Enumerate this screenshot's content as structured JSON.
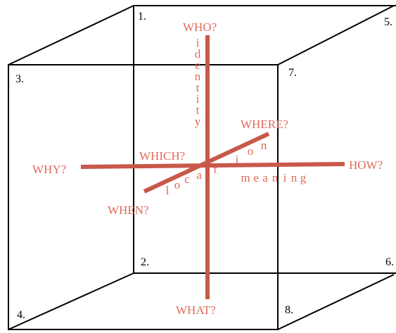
{
  "colors": {
    "axis": "#c8584a",
    "label": "#e06a5a",
    "edges": "#000000"
  },
  "corners": [
    "1.",
    "2.",
    "3.",
    "4.",
    "5.",
    "6.",
    "7.",
    "8."
  ],
  "questions": {
    "who": "WHO?",
    "what": "WHAT?",
    "why": "WHY?",
    "how": "HOW?",
    "where": "WHERE?",
    "when": "WHEN?",
    "which": "WHICH?"
  },
  "axis_words": {
    "identity": "identity",
    "meaning": "meaning",
    "location": "location"
  }
}
